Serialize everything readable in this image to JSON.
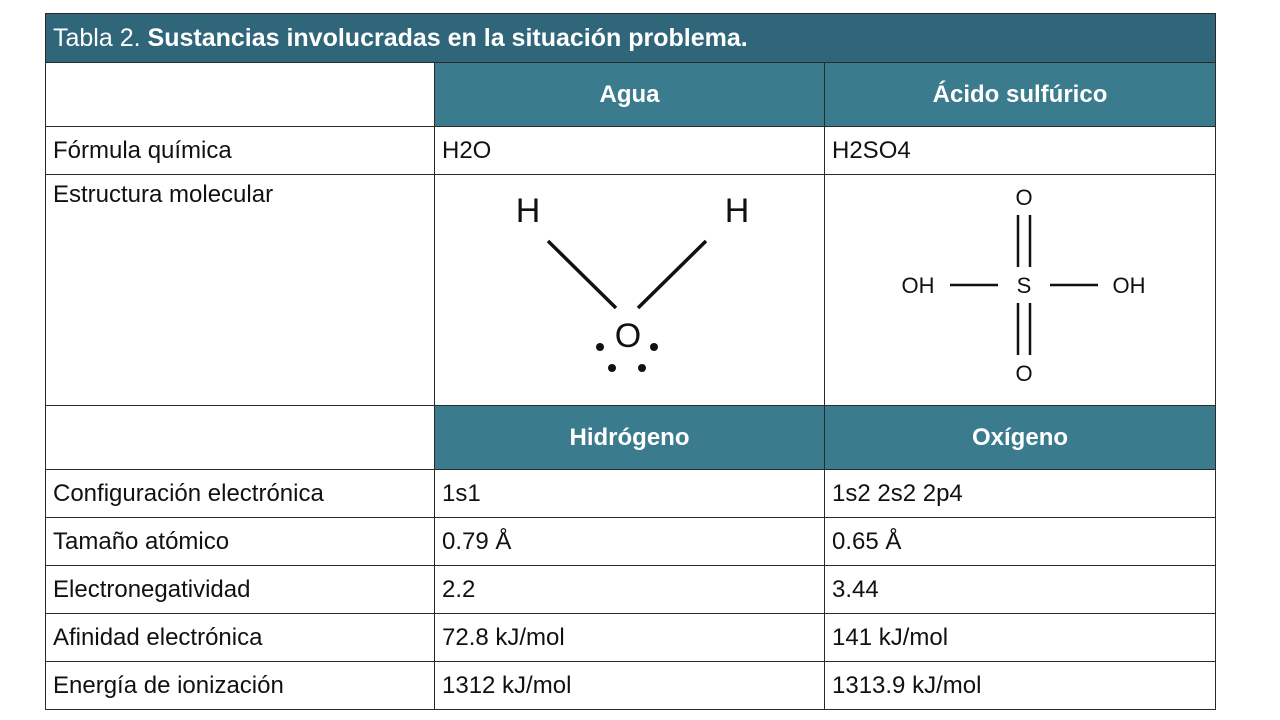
{
  "table": {
    "title_prefix": "Tabla 2.",
    "title_bold": "Sustancias involucradas en la situación problema.",
    "header1": {
      "col1": "Agua",
      "col2": "Ácido sulfúrico"
    },
    "formula": {
      "label": "Fórmula química",
      "col1": "H2O",
      "col2": "H2SO4"
    },
    "structure": {
      "label": "Estructura molecular",
      "water": {
        "h_left": "H",
        "h_right": "H",
        "o": "O"
      },
      "acid": {
        "o_top": "O",
        "o_bottom": "O",
        "s": "S",
        "oh_left": "OH",
        "oh_right": "OH"
      }
    },
    "header2": {
      "col1": "Hidrógeno",
      "col2": "Oxígeno"
    },
    "rows": [
      {
        "label": "Configuración electrónica",
        "col1": "1s1",
        "col2": "1s2 2s2 2p4"
      },
      {
        "label": "Tamaño atómico",
        "col1": "0.79 Å",
        "col2": "0.65 Å"
      },
      {
        "label": "Electronegatividad",
        "col1": "2.2",
        "col2": "3.44"
      },
      {
        "label": "Afinidad electrónica",
        "col1": "72.8 kJ/mol",
        "col2": "141 kJ/mol"
      },
      {
        "label": "Energía de ionización",
        "col1": "1312 kJ/mol",
        "col2": "1313.9 kJ/mol"
      }
    ]
  }
}
